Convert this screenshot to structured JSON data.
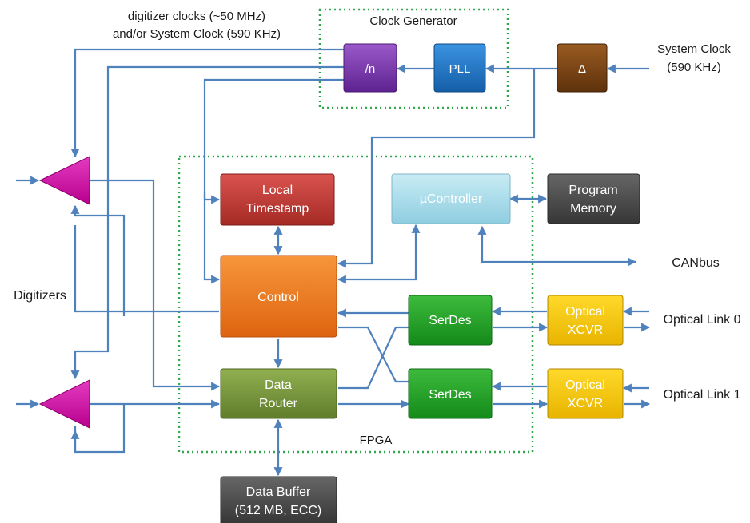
{
  "labels": {
    "digitizer_clocks_line1": "digitizer clocks (~50 MHz)",
    "digitizer_clocks_line2": "and/or System Clock (590 KHz)",
    "clock_generator": "Clock Generator",
    "system_clock_line1": "System Clock",
    "system_clock_line2": "(590 KHz)",
    "digitizers": "Digitizers",
    "canbus": "CANbus",
    "optical_link_0": "Optical Link 0",
    "optical_link_1": "Optical Link 1",
    "fpga": "FPGA"
  },
  "blocks": {
    "divider": "/n",
    "pll": "PLL",
    "delta": "Δ",
    "local_timestamp_line1": "Local",
    "local_timestamp_line2": "Timestamp",
    "ucontroller": "µController",
    "program_memory_line1": "Program",
    "program_memory_line2": "Memory",
    "control": "Control",
    "serdes_0": "SerDes",
    "serdes_1": "SerDes",
    "optical_xcvr_0_line1": "Optical",
    "optical_xcvr_0_line2": "XCVR",
    "optical_xcvr_1_line1": "Optical",
    "optical_xcvr_1_line2": "XCVR",
    "data_router_line1": "Data",
    "data_router_line2": "Router",
    "data_buffer_line1": "Data Buffer",
    "data_buffer_line2": "(512 MB, ECC)"
  },
  "colors": {
    "wire": "#4f81bd",
    "fpga_border": "#2ea84a",
    "divider": "#7030a0",
    "pll": "#1f74c8",
    "delta": "#7a4412",
    "local_timestamp": "#c0392b",
    "ucontroller": "#a9dcea",
    "program_memory": "#4a4a4a",
    "control": "#ee7a1a",
    "serdes": "#22a028",
    "optical_xcvr": "#f5c400",
    "data_router": "#78973a",
    "data_buffer": "#4a4a4a",
    "digitizer": "#d400a8"
  }
}
